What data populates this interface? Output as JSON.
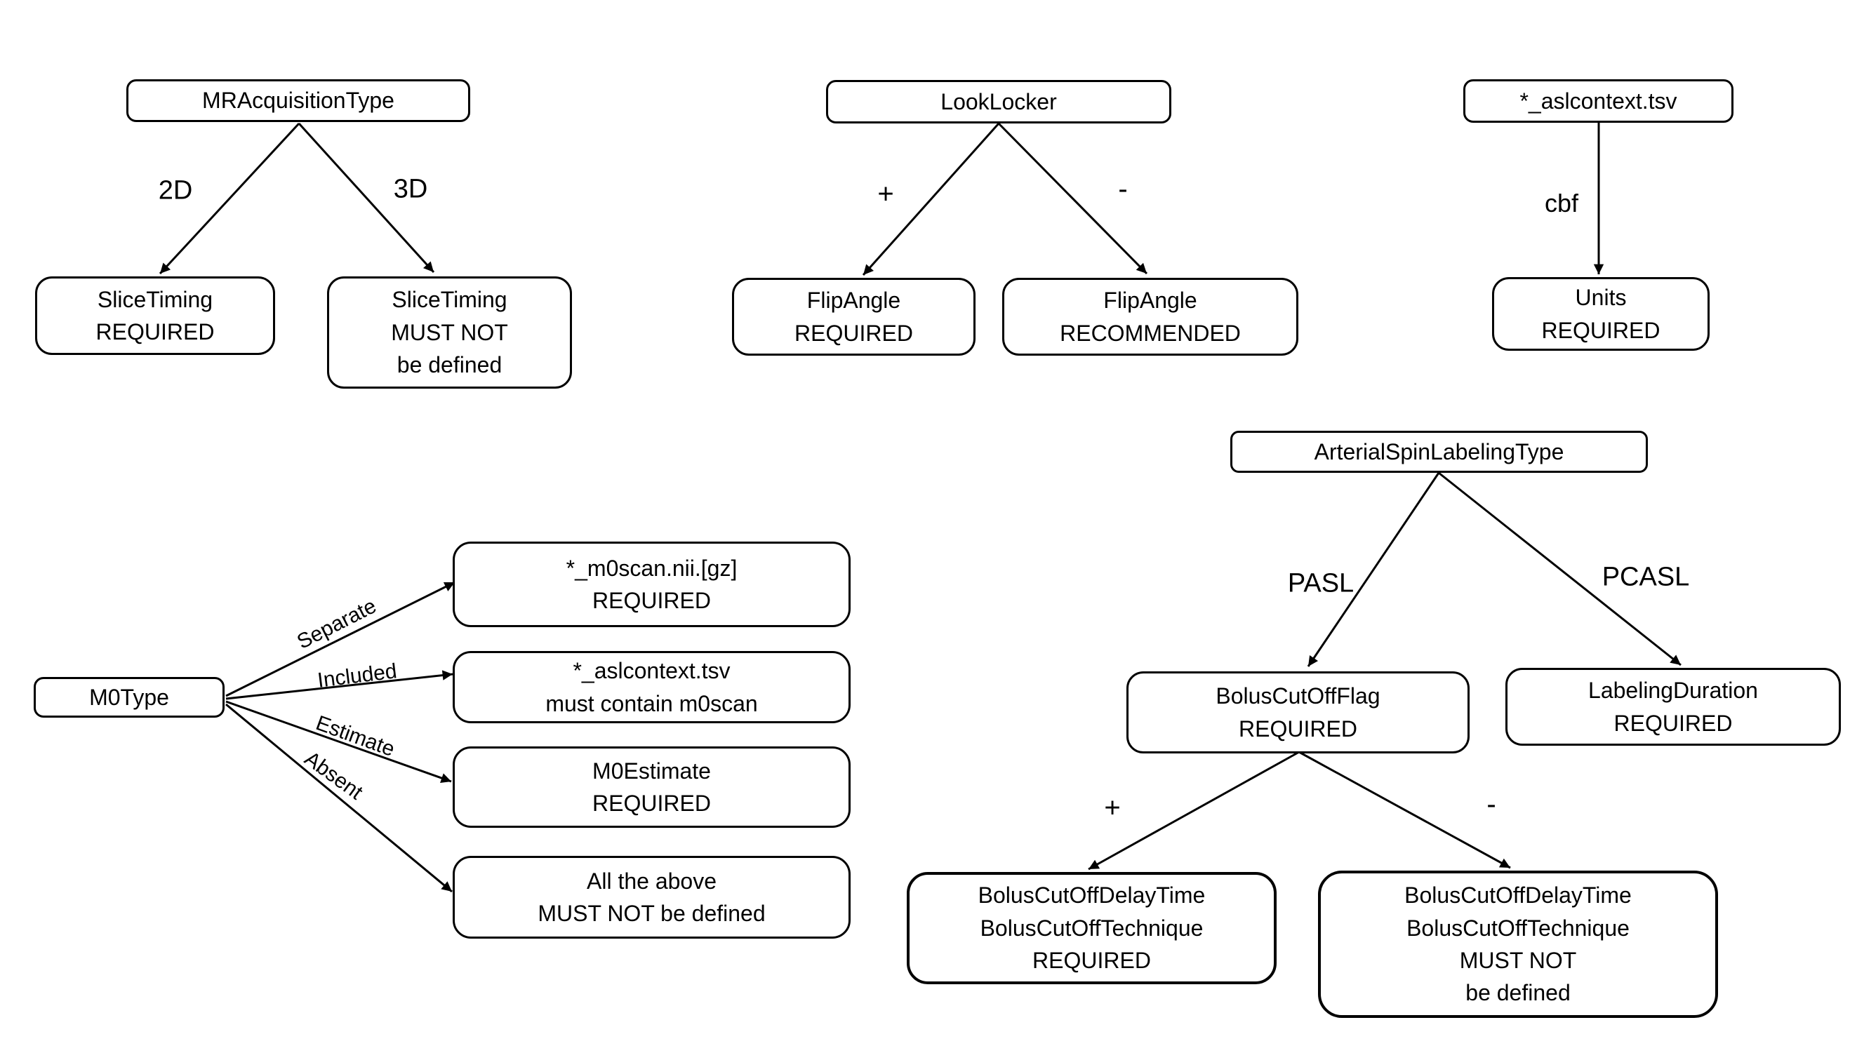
{
  "canvas": {
    "background_color": "#ffffff",
    "stroke_color": "#000000",
    "text_color": "#000000"
  },
  "nodes": {
    "mracquisitiontype": [
      "MRAcquisitionType"
    ],
    "slicetiming_required": [
      "SliceTiming",
      "REQUIRED"
    ],
    "slicetiming_mustnot": [
      "SliceTiming",
      "MUST NOT",
      "be defined"
    ],
    "looklocker": [
      "LookLocker"
    ],
    "flipangle_required": [
      "FlipAngle",
      "REQUIRED"
    ],
    "flipangle_recommended": [
      "FlipAngle",
      "RECOMMENDED"
    ],
    "aslcontext_tsv": [
      "*_aslcontext.tsv"
    ],
    "units_required": [
      "Units",
      "REQUIRED"
    ],
    "arterialspinlabelingtype": [
      "ArterialSpinLabelingType"
    ],
    "boluscutoffflag_required": [
      "BolusCutOffFlag",
      "REQUIRED"
    ],
    "labelingduration_required": [
      "LabelingDuration",
      "REQUIRED"
    ],
    "boluscutoff_required": [
      "BolusCutOffDelayTime",
      "BolusCutOffTechnique",
      "REQUIRED"
    ],
    "boluscutoff_mustnot": [
      "BolusCutOffDelayTime",
      "BolusCutOffTechnique",
      "MUST NOT",
      "be defined"
    ],
    "m0type": [
      "M0Type"
    ],
    "m0scan_required": [
      "*_m0scan.nii.[gz]",
      "REQUIRED"
    ],
    "aslcontext_m0scan": [
      "*_aslcontext.tsv",
      "must contain m0scan"
    ],
    "m0estimate_required": [
      "M0Estimate",
      "REQUIRED"
    ],
    "all_above_mustnot": [
      "All the above",
      "MUST NOT be defined"
    ]
  },
  "edge_labels": {
    "mr_2d": "2D",
    "mr_3d": "3D",
    "ll_plus": "+",
    "ll_minus": "-",
    "asl_cbf": "cbf",
    "asl_pasl": "PASL",
    "asl_pcasl": "PCASL",
    "bcf_plus": "+",
    "bcf_minus": "-",
    "m0_separate": "Separate",
    "m0_included": "Included",
    "m0_estimate": "Estimate",
    "m0_absent": "Absent"
  }
}
